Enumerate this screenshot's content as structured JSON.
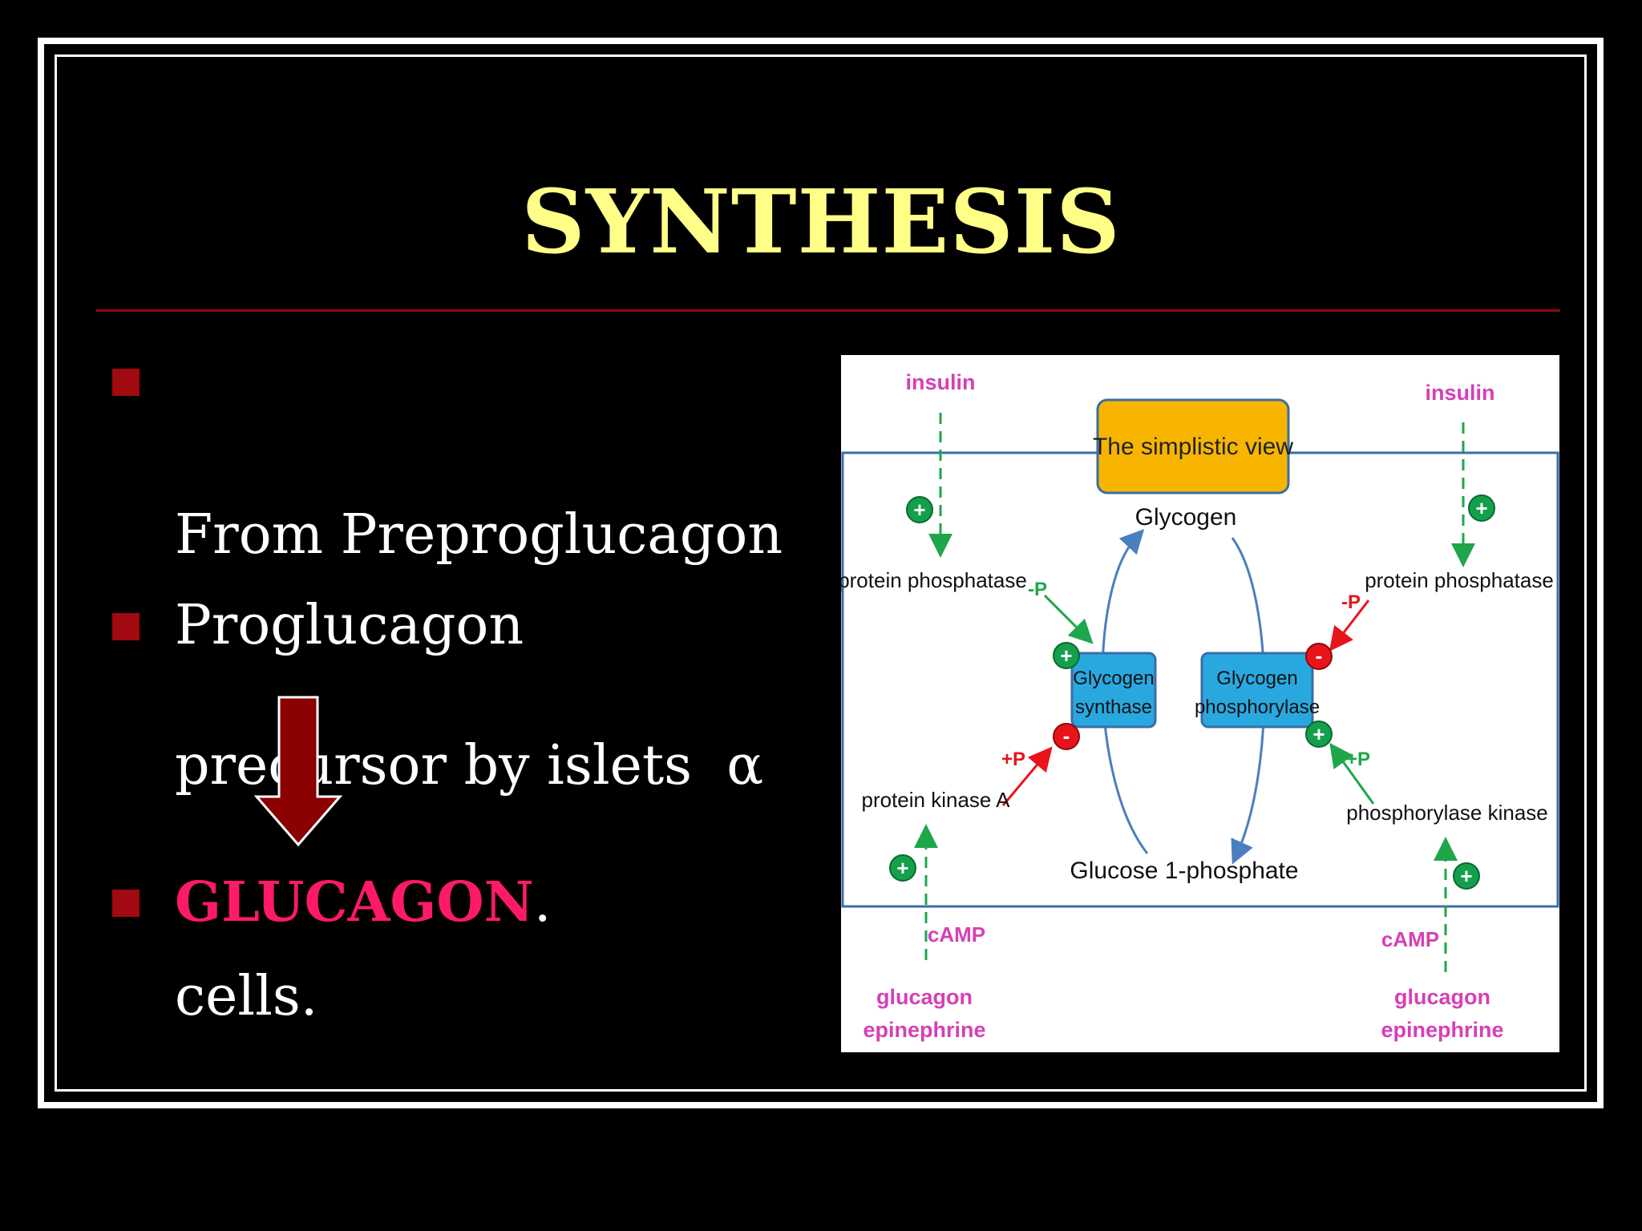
{
  "slide": {
    "title": "SYNTHESIS",
    "bullets": [
      {
        "line1": "From Preproglucagon",
        "line2": "precursor by islets  α",
        "line3": "cells."
      },
      {
        "text": "Proglucagon"
      },
      {
        "highlight": "GLUCAGON",
        "suffix": "."
      }
    ],
    "colors": {
      "title": "#ffff88",
      "rule": "#8b0b12",
      "bullet_marker": "#a00a10",
      "arrow": "#8b0000",
      "glucagon": "#ff1a66"
    }
  },
  "diagram": {
    "banner": "The simplistic view",
    "glycogen": "Glycogen",
    "glucose1p": "Glucose 1-phosphate",
    "left": {
      "hormone_top": "insulin",
      "phosphatase": "protein phosphatase",
      "minus_p": "-P",
      "enzyme_line1": "Glycogen",
      "enzyme_line2": "synthase",
      "plus_p": "+P",
      "kinase": "protein kinase A",
      "camp": "cAMP",
      "hormone_bottom_1": "glucagon",
      "hormone_bottom_2": "epinephrine"
    },
    "right": {
      "hormone_top": "insulin",
      "phosphatase": "protein phosphatase",
      "minus_p": "-P",
      "enzyme_line1": "Glycogen",
      "enzyme_line2": "phosphorylase",
      "plus_p": "+P",
      "kinase": "phosphorylase kinase",
      "camp": "cAMP",
      "hormone_bottom_1": "glucagon",
      "hormone_bottom_2": "epinephrine"
    },
    "signs": {
      "plus": "+",
      "minus": "-"
    },
    "colors": {
      "hormone": "#d63fb6",
      "dashed": "#1fa64a",
      "plus_circle": "#14a04a",
      "minus_circle": "#e8141c",
      "enzyme_box": "#29a8e0",
      "banner_box": "#f7b500",
      "cell_line": "#3a6ea5",
      "cycle_arrow": "#4a7fc0"
    }
  }
}
